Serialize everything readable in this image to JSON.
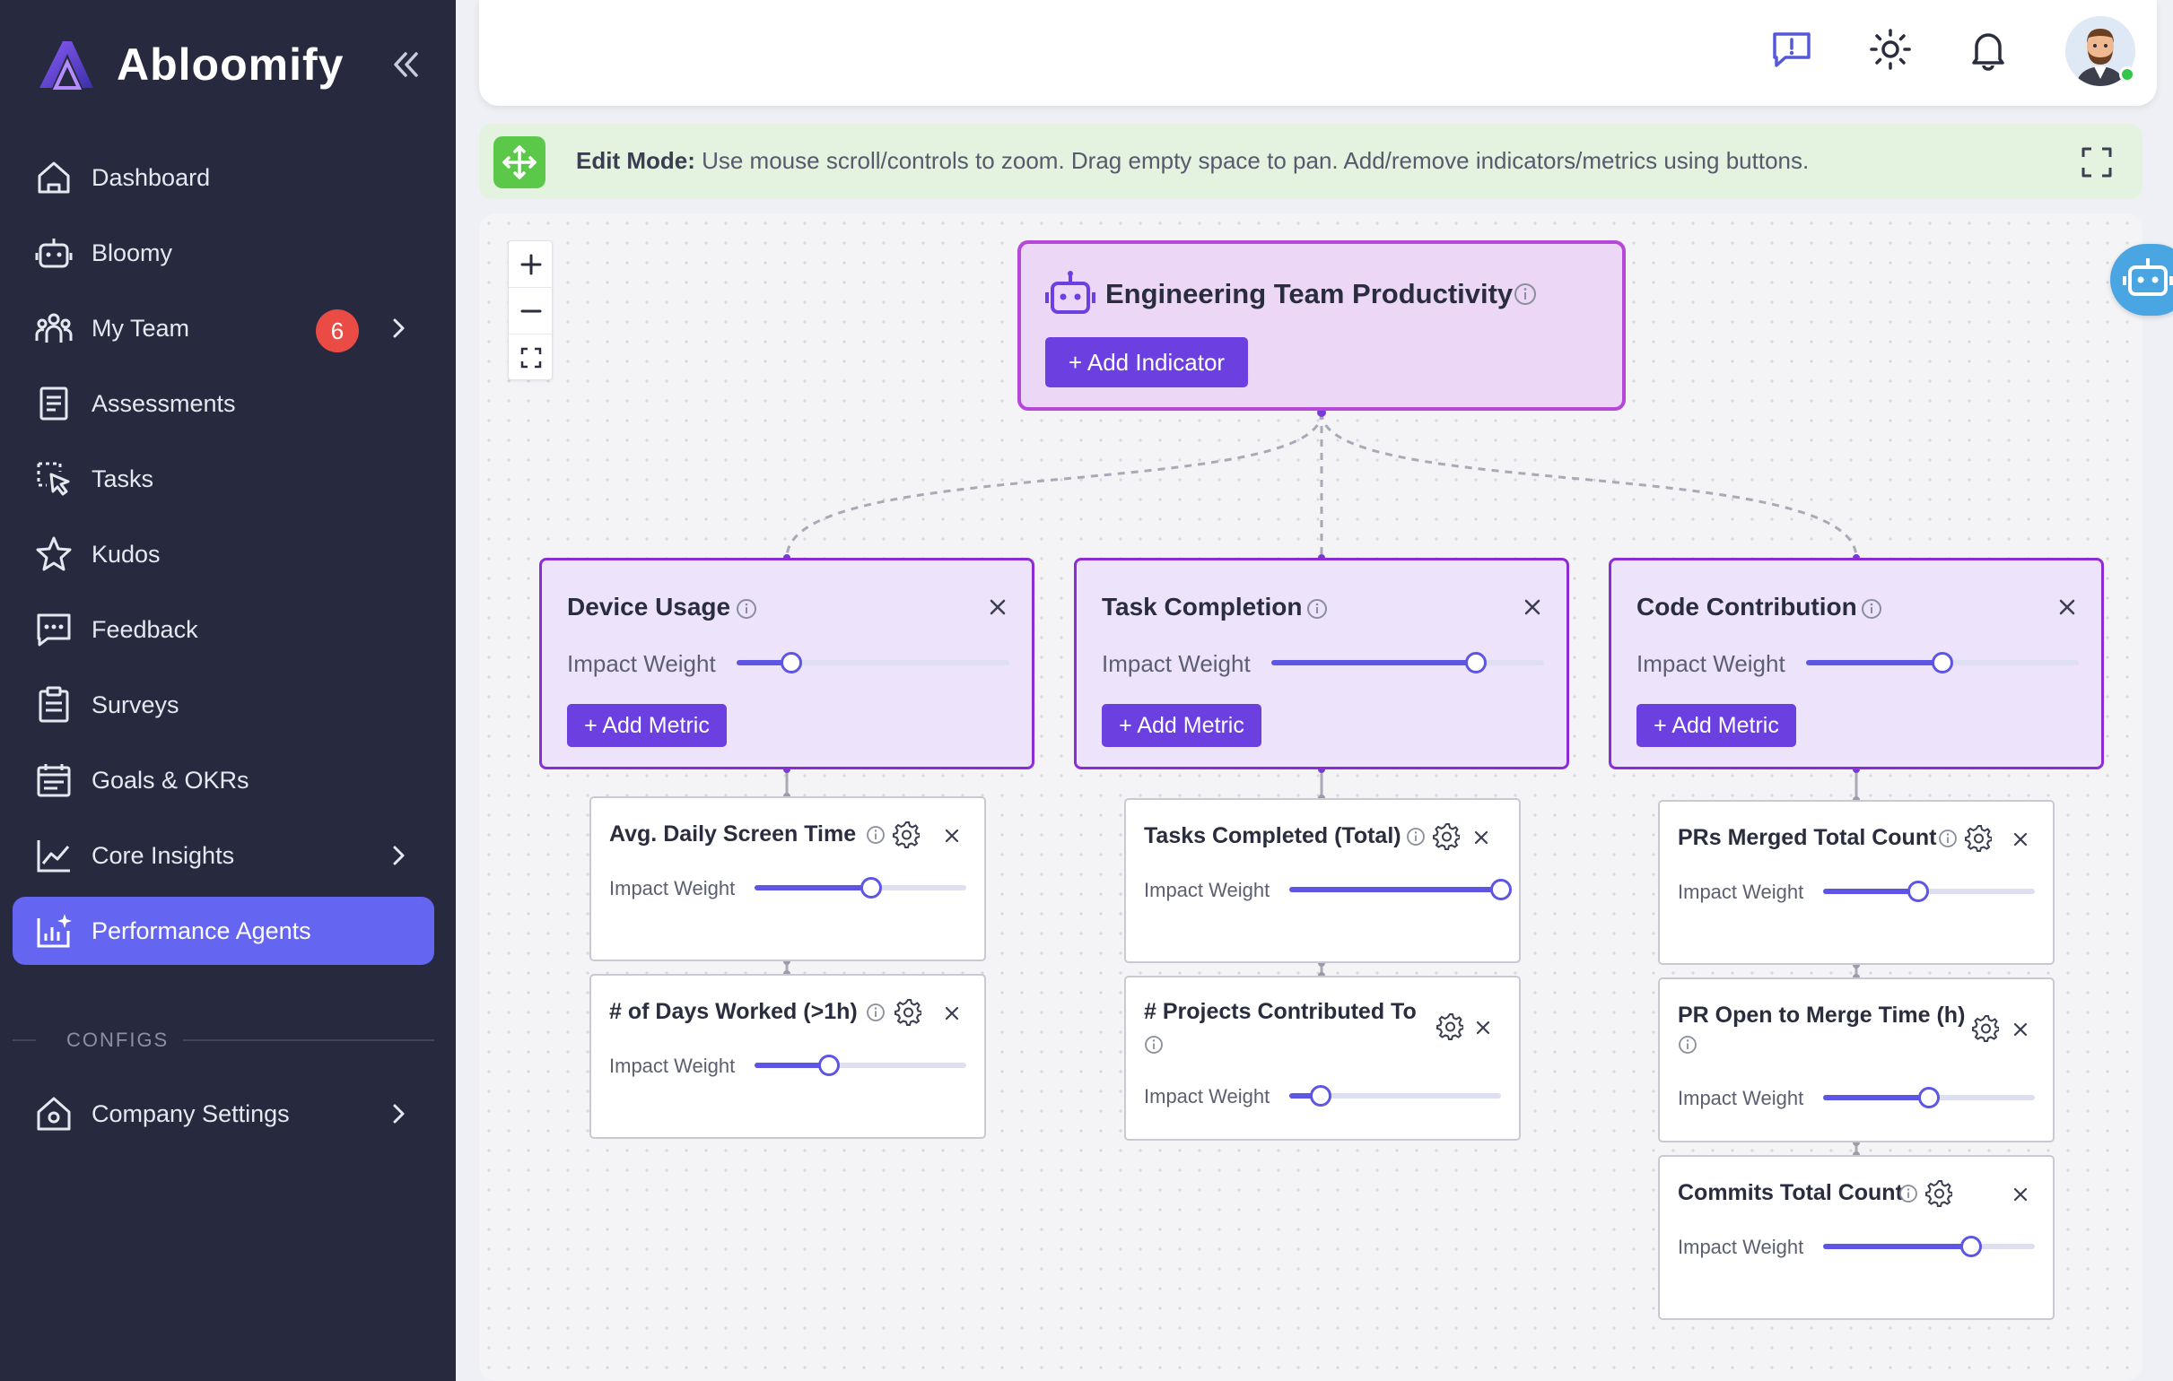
{
  "app": {
    "name": "Abloomify"
  },
  "sidebar": {
    "items": [
      {
        "label": "Dashboard",
        "icon": "home-icon"
      },
      {
        "label": "Bloomy",
        "icon": "robot-icon"
      },
      {
        "label": "My Team",
        "icon": "team-icon",
        "badge": "6"
      },
      {
        "label": "Assessments",
        "icon": "document-icon"
      },
      {
        "label": "Tasks",
        "icon": "cursor-select-icon"
      },
      {
        "label": "Kudos",
        "icon": "star-icon"
      },
      {
        "label": "Feedback",
        "icon": "chat-icon"
      },
      {
        "label": "Surveys",
        "icon": "clipboard-icon"
      },
      {
        "label": "Goals & OKRs",
        "icon": "calendar-icon"
      },
      {
        "label": "Core Insights",
        "icon": "chart-line-icon"
      },
      {
        "label": "Performance Agents",
        "icon": "chart-sparkle-icon",
        "active": true
      }
    ],
    "section_label": "CONFIGS",
    "config_items": [
      {
        "label": "Company Settings",
        "icon": "settings-house-icon"
      }
    ]
  },
  "banner": {
    "bold": "Edit Mode:",
    "text": " Use mouse scroll/controls to zoom. Drag empty space to pan. Add/remove indicators/metrics using buttons."
  },
  "canvas": {
    "root": {
      "title": "Engineering Team Productivity",
      "add_label": "+ Add Indicator"
    },
    "indicators": [
      {
        "title": "Device Usage",
        "weight_label": "Impact Weight",
        "weight": 0.2,
        "add_label": "+ Add Metric",
        "metrics": [
          {
            "title": "Avg. Daily Screen Time",
            "weight_label": "Impact Weight",
            "weight": 0.55
          },
          {
            "title": "# of Days Worked (>1h)",
            "weight_label": "Impact Weight",
            "weight": 0.35
          }
        ]
      },
      {
        "title": "Task Completion",
        "weight_label": "Impact Weight",
        "weight": 0.75,
        "add_label": "+ Add Metric",
        "metrics": [
          {
            "title": "Tasks Completed (Total)",
            "weight_label": "Impact Weight",
            "weight": 1.0
          },
          {
            "title": "# Projects Contributed To",
            "weight_label": "Impact Weight",
            "weight": 0.15
          }
        ]
      },
      {
        "title": "Code Contribution",
        "weight_label": "Impact Weight",
        "weight": 0.5,
        "add_label": "+ Add Metric",
        "metrics": [
          {
            "title": "PRs Merged Total Count",
            "weight_label": "Impact Weight",
            "weight": 0.45
          },
          {
            "title": "PR Open to Merge Time (h)",
            "weight_label": "Impact Weight",
            "weight": 0.5
          },
          {
            "title": "Commits Total Count",
            "weight_label": "Impact Weight",
            "weight": 0.7
          }
        ]
      }
    ]
  },
  "colors": {
    "accent": "#6465f0",
    "button": "#6b3fe0",
    "sidebar": "#272a3f",
    "badge": "#ea4c45"
  }
}
